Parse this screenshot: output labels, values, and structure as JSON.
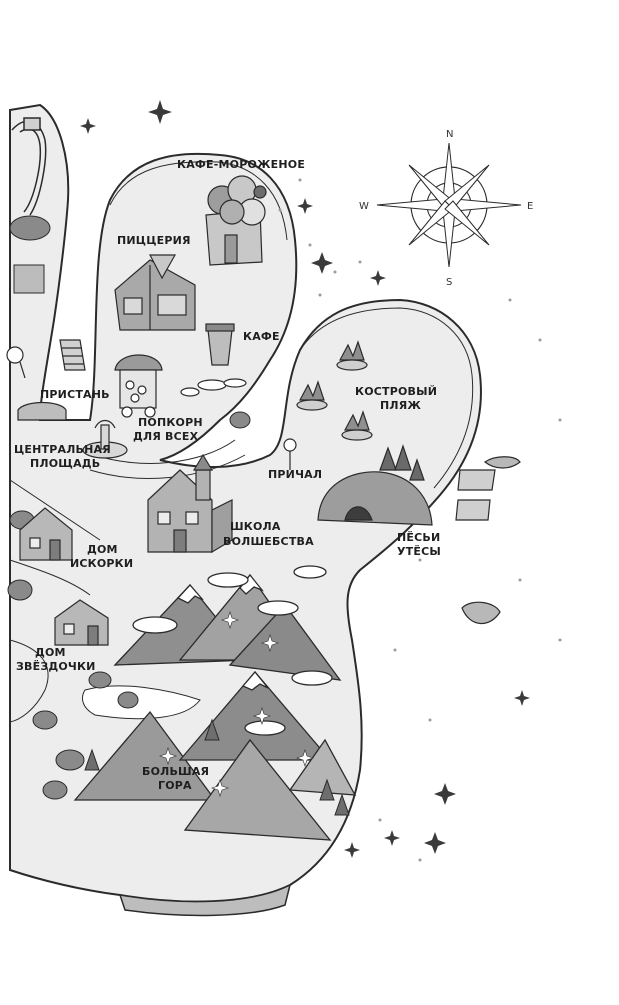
{
  "colors": {
    "island_fill": "#ededed",
    "outline": "#2b2b2b",
    "mountain_dark": "#7d7d7d",
    "mountain_mid": "#9a9a9a",
    "mountain_light": "#c6c6c6",
    "tree": "#6e6e6e",
    "water_lines": "#9b9b9b",
    "sparkle": "#3a3a3a"
  },
  "compass": {
    "north": "N",
    "south": "S",
    "east": "E",
    "west": "W"
  },
  "labels": {
    "ice_cream_cafe": "КАФЕ-МОРОЖЕНОЕ",
    "pizzeria": "ПИЦЦЕРИЯ",
    "cafe": "КАФЕ",
    "pier": "ПРИСТАНЬ",
    "central_square_1": "ЦЕНТРАЛЬНАЯ",
    "central_square_2": "ПЛОЩАДЬ",
    "popcorn_1": "ПОПКОРН",
    "popcorn_2": "ДЛЯ ВСЕХ",
    "bonfire_beach_1": "КОСТРОВЫЙ",
    "bonfire_beach_2": "ПЛЯЖ",
    "dock": "ПРИЧАЛ",
    "magic_school_1": "ШКОЛА",
    "magic_school_2": "ВОЛШЕБСТВА",
    "sparkle_house_1": "ДОМ",
    "sparkle_house_2": "ИСКОРКИ",
    "dog_cliffs_1": "ПЁСЬИ",
    "dog_cliffs_2": "УТЁСЫ",
    "star_house_1": "ДОМ",
    "star_house_2": "ЗВЁЗДОЧКИ",
    "big_mountain_1": "БОЛЬШАЯ",
    "big_mountain_2": "ГОРА"
  },
  "icons": [
    "compass-rose-icon",
    "roller-coaster-icon",
    "ice-cream-shop-icon",
    "pizzeria-icon",
    "coffee-cup-icon",
    "popcorn-cart-icon",
    "fountain-icon",
    "bench-icon",
    "campfire-icon",
    "cave-icon",
    "rowboat-icon",
    "school-icon",
    "house-icon",
    "mountain-icon",
    "sparkle-icon"
  ]
}
